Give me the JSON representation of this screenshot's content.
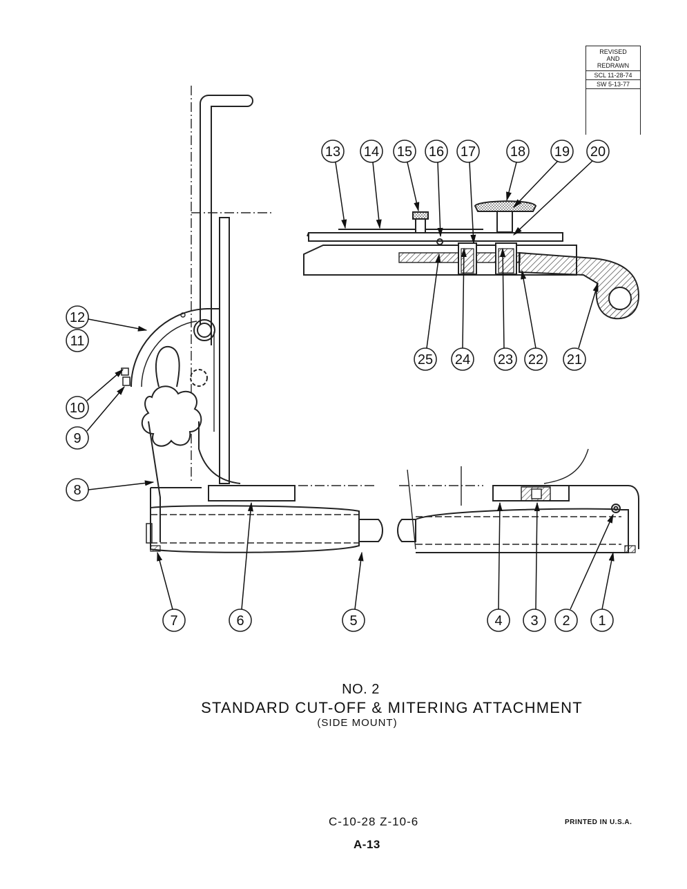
{
  "revision_block": {
    "heading": [
      "REVISED",
      "AND",
      "REDRAWN"
    ],
    "entries": [
      "SCL 11-28-74",
      "SW 5-13-77"
    ]
  },
  "callouts": [
    "1",
    "2",
    "3",
    "4",
    "5",
    "6",
    "7",
    "8",
    "9",
    "10",
    "11",
    "12",
    "13",
    "14",
    "15",
    "16",
    "17",
    "18",
    "19",
    "20",
    "21",
    "22",
    "23",
    "24",
    "25"
  ],
  "caption": {
    "number": "NO. 2",
    "title": "STANDARD CUT-OFF & MITERING ATTACHMENT",
    "subtitle": "(SIDE MOUNT)"
  },
  "footer": {
    "catalog_number": "C-10-28 Z-10-6",
    "printed": "PRINTED IN U.S.A.",
    "page": "A-13"
  }
}
